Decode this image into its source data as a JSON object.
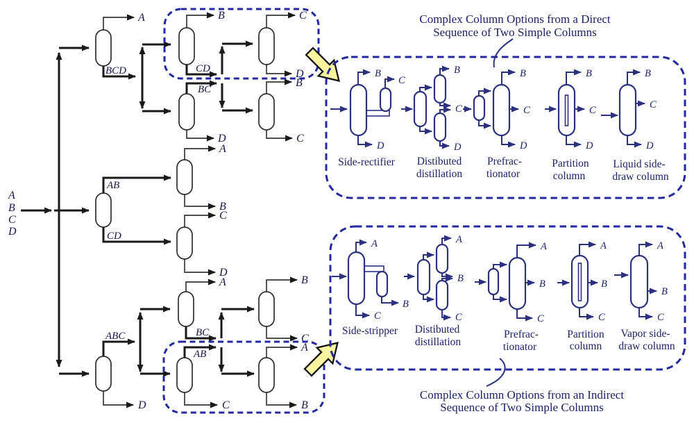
{
  "feed": {
    "components": [
      "A",
      "B",
      "C",
      "D"
    ]
  },
  "letters": {
    "A": "A",
    "B": "B",
    "C": "C",
    "D": "D"
  },
  "streams": {
    "bcd": "BCD",
    "cd": "CD",
    "bc": "BC",
    "ab": "AB",
    "abc": "ABC"
  },
  "direct_box": {
    "title1": "Complex Column Options from a Direct",
    "title2": "Sequence of Two Simple Columns",
    "options": [
      {
        "l1": "Side-rectifier",
        "l2": ""
      },
      {
        "l1": "Distibuted",
        "l2": "distillation"
      },
      {
        "l1": "Prefrac-",
        "l2": "tionator"
      },
      {
        "l1": "Partition",
        "l2": "column"
      },
      {
        "l1": "Liquid side-",
        "l2": "draw column"
      }
    ]
  },
  "indirect_box": {
    "title1": "Complex Column Options from an Indirect",
    "title2": "Sequence of Two Simple Columns",
    "options": [
      {
        "l1": "Side-stripper",
        "l2": ""
      },
      {
        "l1": "Distibuted",
        "l2": "distillation"
      },
      {
        "l1": "Prefrac-",
        "l2": "tionator"
      },
      {
        "l1": "Partition",
        "l2": "column"
      },
      {
        "l1": "Vapor side-",
        "l2": "draw column"
      }
    ]
  },
  "colors": {
    "dashed_box": "#2328a0",
    "diagram_navy": "#2b3080",
    "line_dark": "#1a1a1a",
    "line_gray": "#4f4f4f",
    "callout_arrow_fill": "#f8f4a0"
  }
}
